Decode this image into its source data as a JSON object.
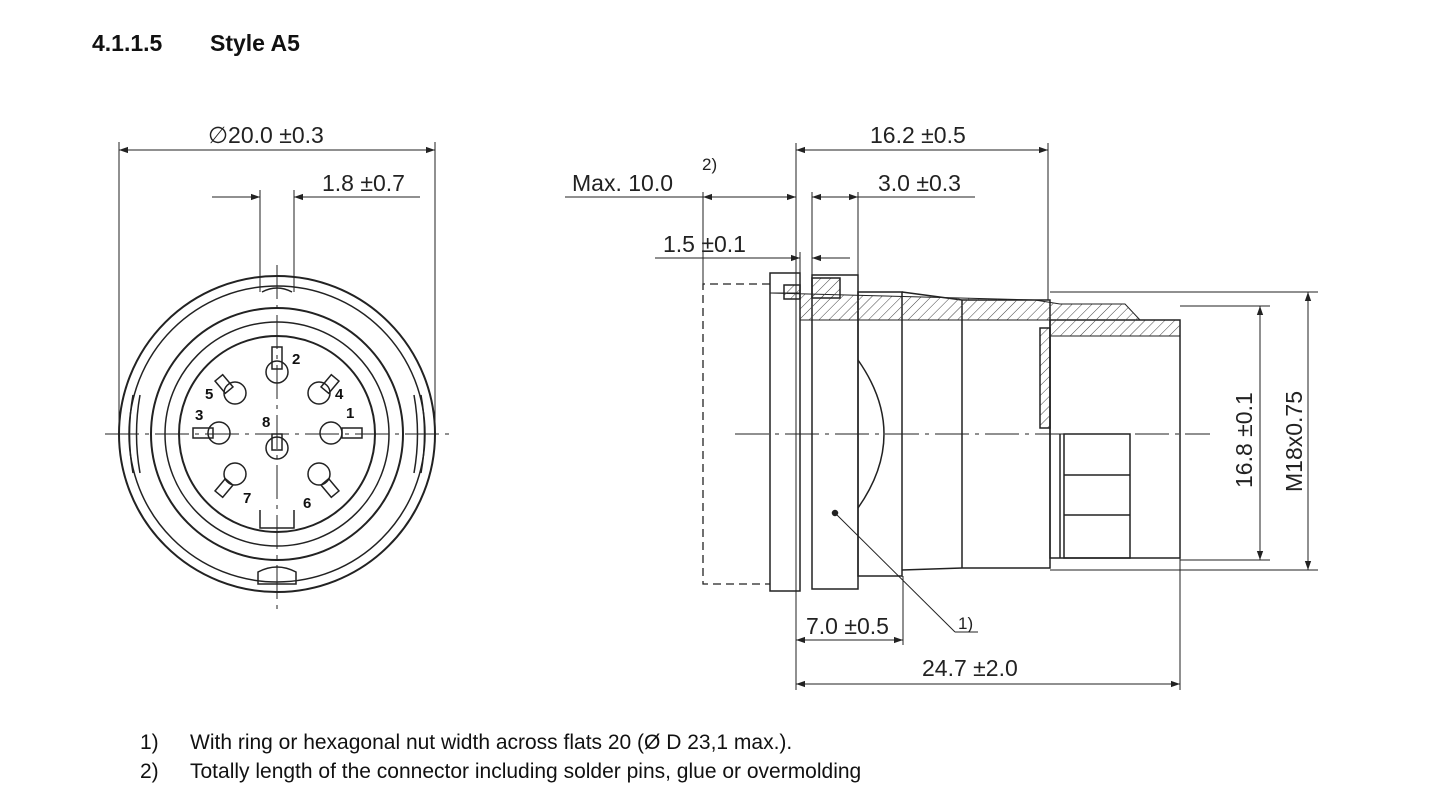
{
  "heading": {
    "number": "4.1.1.5",
    "title": "Style A5"
  },
  "front_view": {
    "diameter_label": "∅20.0 ±0.3",
    "key_offset_label": "1.8 ±0.7",
    "pins": [
      "1",
      "2",
      "3",
      "4",
      "5",
      "6",
      "7",
      "8"
    ]
  },
  "side_view": {
    "length_label": "16.2 ±0.5",
    "max_length_label": "Max. 10.0",
    "max_length_note": "2)",
    "thread_depth_label": "3.0 ±0.3",
    "flange_label": "1.5 ±0.1",
    "nut_label": "7.0 ±0.5",
    "nut_note": "1)",
    "total_length_label": "24.7 ±2.0",
    "diameter_label": "16.8 ±0.1",
    "thread_label": "M18x0.75"
  },
  "notes": [
    {
      "num": "1)",
      "text": "With ring or hexagonal nut width across flats 20 (Ø D 23,1 max.)."
    },
    {
      "num": "2)",
      "text": "Totally length of the connector including solder pins, glue or overmolding"
    }
  ]
}
